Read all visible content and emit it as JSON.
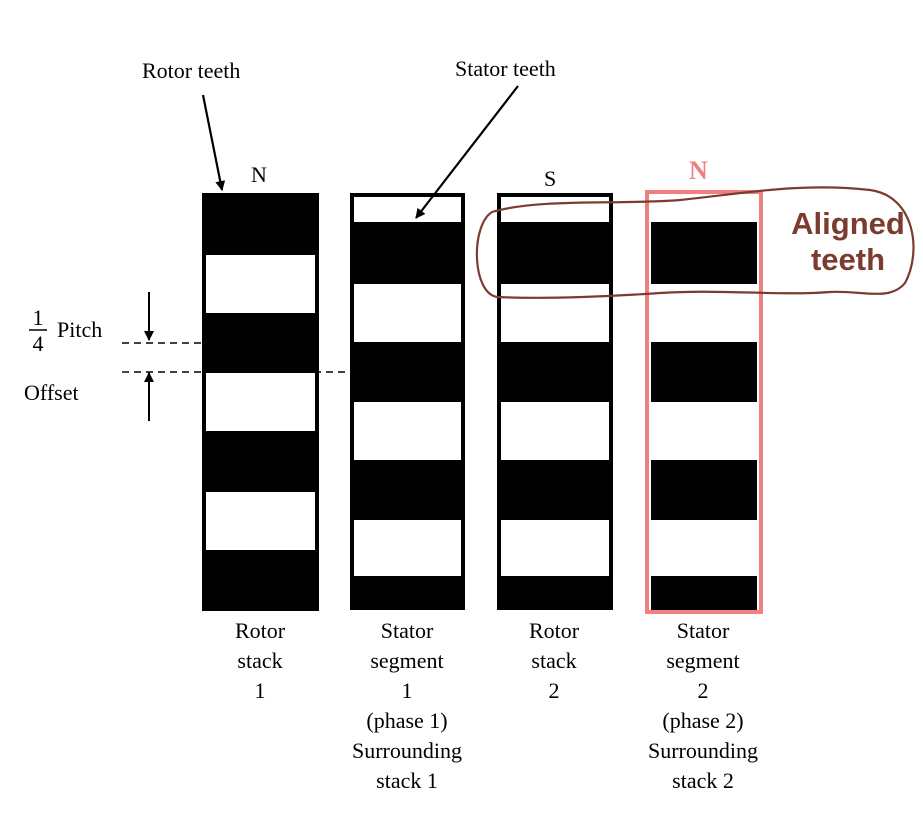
{
  "labels": {
    "rotor_teeth": "Rotor teeth",
    "stator_teeth": "Stator teeth",
    "fraction_numerator": "1",
    "fraction_denominator": "4",
    "pitch": "Pitch",
    "offset": "Offset",
    "aligned_line1": "Aligned",
    "aligned_line2": "teeth"
  },
  "poles": {
    "stack1": "N",
    "stack2": "S",
    "segment2": "N"
  },
  "captions": {
    "rotor1": [
      "Rotor",
      "stack",
      "1"
    ],
    "stator1": [
      "Stator",
      "segment",
      "1",
      "(phase 1)",
      "Surrounding",
      "stack 1"
    ],
    "rotor2": [
      "Rotor",
      "stack",
      "2"
    ],
    "stator2": [
      "Stator",
      "segment",
      "2",
      "(phase 2)",
      "Surrounding",
      "stack 2"
    ]
  },
  "colors": {
    "black": "#000000",
    "highlight_box": "#f08080",
    "annotation": "#7b3b2e"
  }
}
